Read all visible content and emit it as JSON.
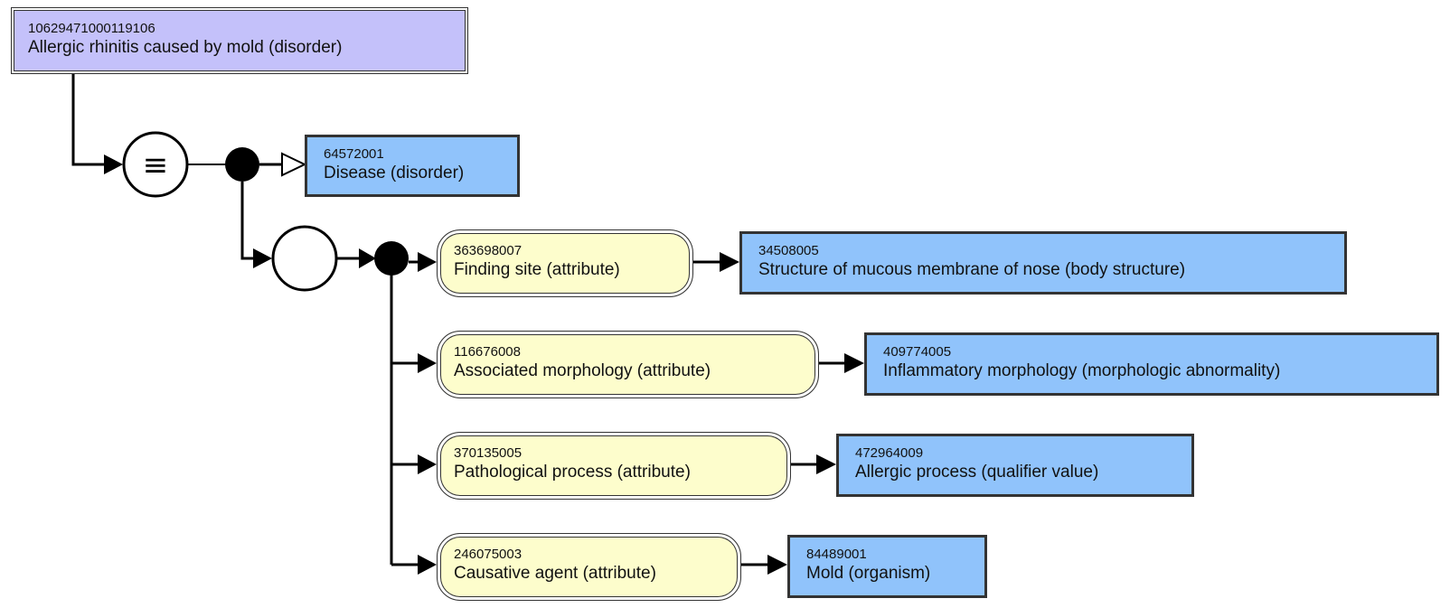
{
  "focus": {
    "code": "10629471000119106",
    "term": "Allergic rhinitis caused by mold (disorder)"
  },
  "definition_status_symbol": "≡",
  "parent": {
    "code": "64572001",
    "term": "Disease (disorder)"
  },
  "relationships": [
    {
      "attribute": {
        "code": "363698007",
        "term": "Finding site (attribute)"
      },
      "value": {
        "code": "34508005",
        "term": "Structure of mucous membrane of nose (body structure)"
      }
    },
    {
      "attribute": {
        "code": "116676008",
        "term": "Associated morphology (attribute)"
      },
      "value": {
        "code": "409774005",
        "term": "Inflammatory morphology (morphologic abnormality)"
      }
    },
    {
      "attribute": {
        "code": "370135005",
        "term": "Pathological process (attribute)"
      },
      "value": {
        "code": "472964009",
        "term": "Allergic process (qualifier value)"
      }
    },
    {
      "attribute": {
        "code": "246075003",
        "term": "Causative agent (attribute)"
      },
      "value": {
        "code": "84489001",
        "term": "Mold (organism)"
      }
    }
  ],
  "colors": {
    "defined_concept": "#c4c1fa",
    "concept": "#90c3fb",
    "attribute": "#fdfdcc",
    "line": "#000000"
  }
}
